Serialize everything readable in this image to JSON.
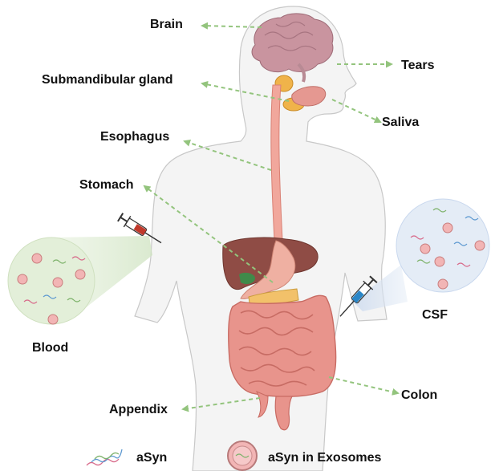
{
  "labels": {
    "brain": "Brain",
    "submandibular_gland": "Submandibular gland",
    "esophagus": "Esophagus",
    "stomach": "Stomach",
    "tears": "Tears",
    "saliva": "Saliva",
    "csf": "CSF",
    "blood": "Blood",
    "colon": "Colon",
    "appendix": "Appendix"
  },
  "legend": {
    "asyn": "aSyn",
    "asyn_exosomes": "aSyn in Exosomes"
  },
  "colors": {
    "arrow": "#93c47d",
    "body_fill": "#f4f4f4",
    "body_stroke": "#c8c8c8",
    "brain": "#c9949f",
    "gland": "#f0b34a",
    "esophagus": "#f1a79c",
    "liver": "#8f4c45",
    "stomach": "#efb0a2",
    "intestine": "#e8948c",
    "blood_bubble": "#e3efd9",
    "csf_bubble": "#e4ecf6",
    "exosome": "#f2b5b5",
    "blood_syringe": "#c0392b",
    "csf_syringe": "#2a86c7"
  },
  "icons": [
    "syringe-icon",
    "asyn-strand-icon",
    "exosome-icon"
  ]
}
